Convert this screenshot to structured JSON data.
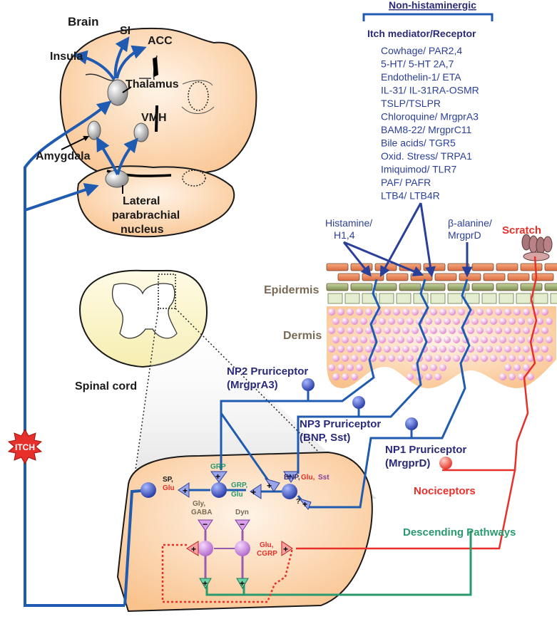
{
  "brain": {
    "title": "Brain",
    "si": "SI",
    "acc": "ACC",
    "insula": "Insula",
    "thalamus": "Thalamus",
    "vmh": "VMH",
    "amygdala": "Amygdala",
    "lpb_line1": "Lateral",
    "lpb_line2": "parabrachial",
    "lpb_line3": "nucleus"
  },
  "spinal": {
    "title": "Spinal cord"
  },
  "itch": {
    "label": "ITCH"
  },
  "mediators": {
    "header": "Non-histaminergic",
    "subheader": "Itch mediator/Receptor",
    "items": [
      "Cowhage/ PAR2,4",
      "5-HT/ 5-HT 2A,7",
      "Endothelin-1/ ETA",
      "IL-31/ IL-31RA-OSMR",
      "TSLP/TSLPR",
      "Chloroquine/ MrgprA3",
      "BAM8-22/ MrgprC11",
      "Bile acids/ TGR5",
      "Oxid. Stress/ TRPA1",
      "Imiquimod/ TLR7",
      "PAF/ PAFR",
      "LTB4/ LTB4R"
    ]
  },
  "skin": {
    "histamine_l1": "Histamine/",
    "histamine_l2": "H1,4",
    "balanine_l1": "β-alanine/",
    "balanine_l2": "MrgprD",
    "scratch": "Scratch",
    "epidermis": "Epidermis",
    "dermis": "Dermis"
  },
  "pruriceptors": {
    "np2_l1": "NP2 Pruriceptor",
    "np2_l2": "(MrgprA3)",
    "np3_l1": "NP3 Pruriceptor",
    "np3_l2": "(BNP, Sst)",
    "np1_l1": "NP1 Pruriceptor",
    "np1_l2": "(MrgprD)",
    "nociceptors": "Nociceptors",
    "descending": "Descending Pathways"
  },
  "circuit": {
    "sp": "SP,",
    "glu": "Glu",
    "grp": "GRP",
    "grp2": "GRP,",
    "glu2": "Glu",
    "bnp": "BNP,",
    "bnp_glu": "Glu,",
    "bnp_sst": "Sst",
    "question": "?",
    "gly": "Gly,",
    "gaba": "GABA",
    "dyn": "Dyn",
    "glu_cgrp1": "Glu,",
    "glu_cgrp2": "CGRP",
    "plus": "+",
    "minus": "−"
  },
  "colors": {
    "blue": "#1f5bb0",
    "navy": "#2a2a7a",
    "red": "#e8302a",
    "green": "#2a9a6e",
    "peach": "#fbd3a8",
    "brown": "#7a6a55"
  }
}
